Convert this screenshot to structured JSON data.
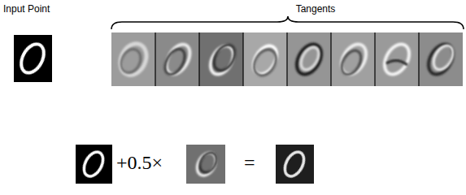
{
  "diagram": {
    "labels": [
      "Input Point",
      "Tangents",
      "+0.5×",
      "="
    ]
  }
}
